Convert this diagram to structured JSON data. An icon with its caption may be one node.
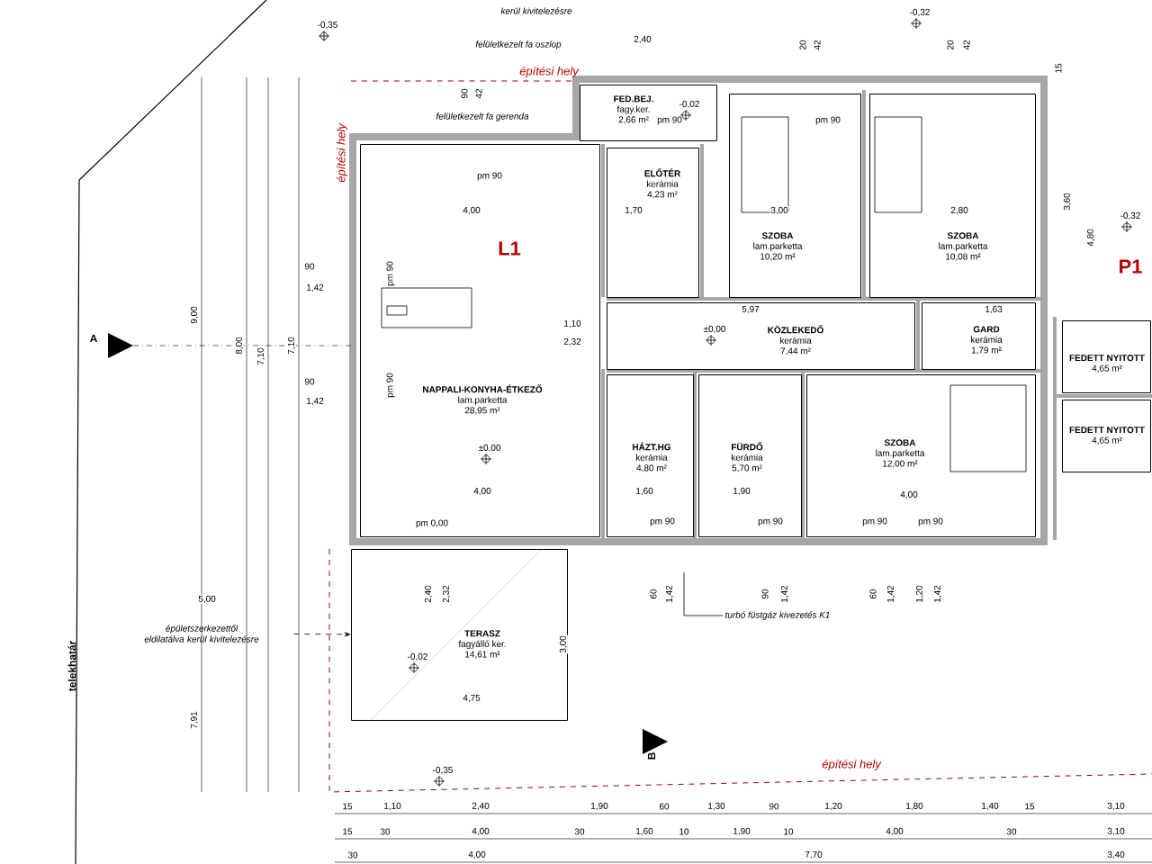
{
  "diagram": {
    "nodes": [
      {
        "text": [
          "FED.BEJ.",
          "fagy.ker.",
          "2,66 m²"
        ]
      },
      {
        "text": [
          "SZOBA",
          "lam.parketta",
          "10,20 m²"
        ]
      },
      {
        "text": [
          "SZOBA",
          "lam.parketta",
          "10,08 m²"
        ]
      },
      {
        "text": [
          "ELŐTÉR",
          "kerámia",
          "4,23 m²"
        ]
      },
      {
        "text": [
          "NAPPALI-KONYHA-ÉTKEZŐ",
          "lam.parketta",
          "28,95 m²"
        ]
      },
      {
        "text": [
          "KÖZLEKEDŐ",
          "kerámia",
          "7,44 m²"
        ]
      },
      {
        "text": [
          "GARD",
          "kerámia",
          "1,79 m²"
        ]
      },
      {
        "text": [
          "FEDETT NYITOTT",
          "4,65 m²"
        ]
      },
      {
        "text": [
          "HÁZT.HG",
          "kerámia",
          "4,80 m²"
        ]
      },
      {
        "text": [
          "FÜRDŐ",
          "kerámia",
          "5,70 m²"
        ]
      },
      {
        "text": [
          "SZOBA",
          "lam.parketta",
          "12,00 m²"
        ]
      },
      {
        "text": [
          "FEDETT NYITOTT",
          "4,65 m²"
        ]
      },
      {
        "text": [
          "turbó füstgáz kivezetés K1"
        ]
      },
      {
        "text": [
          "épületszerkezettől eldilatálva kerül kivitelezésre"
        ]
      },
      {
        "text": [
          "TERASZ",
          "fagyálló ker.",
          "14,61 m²"
        ]
      }
    ],
    "edges": [
      {
        "from": 13,
        "to": 14,
        "arrow": "to",
        "style": "dashed"
      },
      {
        "from": 12,
        "to": null,
        "arrow": "none"
      }
    ],
    "labels": [
      "kerül kivitelezésre",
      "-0,35",
      "-0,32",
      "2,40",
      "felületkezelt fa oszlop",
      "20",
      "42",
      "20",
      "42",
      "építési hely",
      "15",
      "90",
      "42",
      "felületkezelt fa gerenda",
      "építési hely",
      "pm 90",
      "pm 90",
      "pm 90",
      "L1",
      "4,00",
      "1,70",
      "3,00",
      "2,80",
      "3,60",
      "4,80",
      "-0,32",
      "P1",
      "9,00",
      "8,00",
      "7,10",
      "7,10",
      "90",
      "1,42",
      "90",
      "1,42",
      "pm 90",
      "pm 90",
      "A",
      "5,97",
      "1,63",
      "1,10",
      "2,32",
      "±0,00",
      "±0,00",
      "4,00",
      "1,60",
      "1,90",
      "4,00",
      "pm 0,00",
      "pm 90",
      "pm 90",
      "pm 90",
      "pm 90",
      "2,40",
      "2,32",
      "60",
      "1,42",
      "90",
      "1,42",
      "60",
      "1,42",
      "1,20",
      "1,42",
      "5,00",
      "3,00",
      "-0,02",
      "telekhatár",
      "4,75",
      "7,91",
      "B",
      "-0,35",
      "építési hely",
      "15",
      "1,10",
      "2,40",
      "1,90",
      "60",
      "1,30",
      "90",
      "1,20",
      "1,80",
      "1,40",
      "15",
      "3,10",
      "15",
      "30",
      "4,00",
      "30",
      "1,60",
      "10",
      "1,90",
      "10",
      "4,00",
      "30",
      "3,10",
      "30",
      "4,00",
      "7,70",
      "3,40",
      "-0,02"
    ]
  }
}
